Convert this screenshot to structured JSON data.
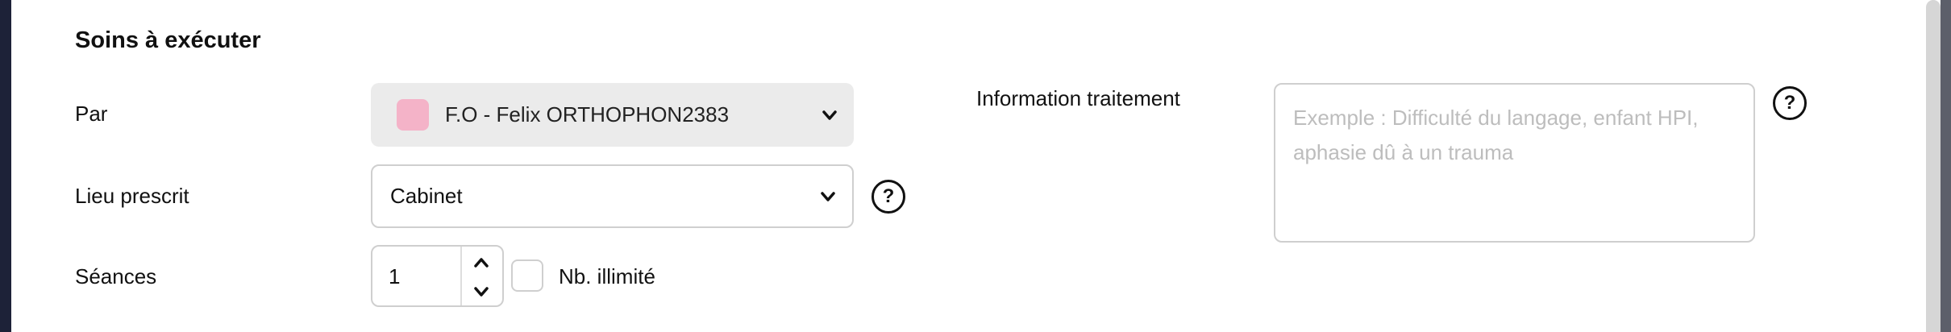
{
  "section": {
    "title": "Soins à exécuter"
  },
  "fields": {
    "par": {
      "label": "Par",
      "value": "F.O - Felix ORTHOPHON2383",
      "swatch_color": "#f4b3c8"
    },
    "lieu": {
      "label": "Lieu prescrit",
      "value": "Cabinet"
    },
    "seances": {
      "label": "Séances",
      "value": "1",
      "unlimited_label": "Nb. illimité",
      "unlimited_checked": false
    },
    "info": {
      "label": "Information traitement",
      "placeholder": "Exemple : Difficulté du langage, enfant HPI, aphasie dû à un trauma"
    }
  },
  "help_glyph": "?"
}
